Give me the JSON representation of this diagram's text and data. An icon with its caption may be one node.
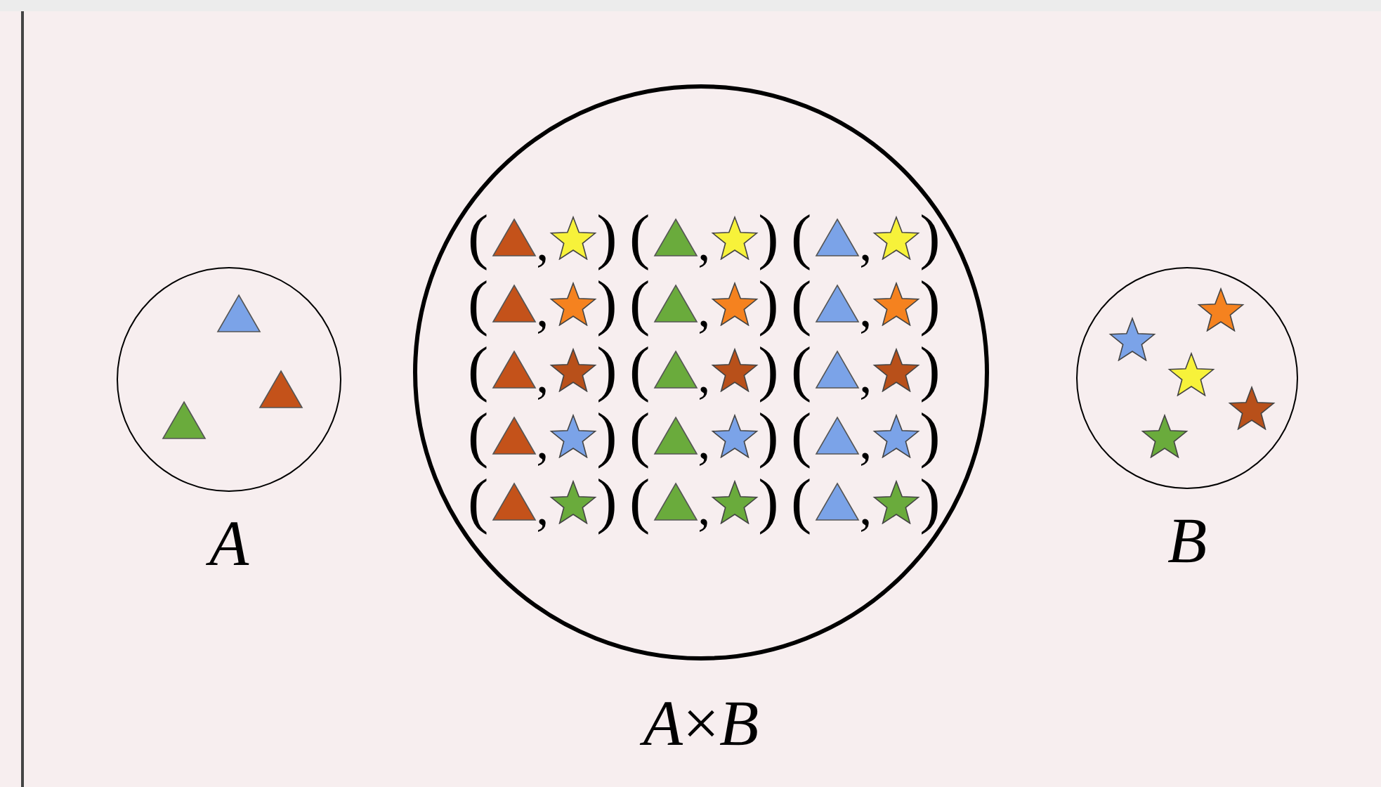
{
  "diagram": {
    "nodes": [
      {
        "text": [
          "A"
        ]
      },
      {
        "text": [
          "*A*×*B*"
        ]
      },
      {
        "text": [
          "B"
        ]
      }
    ],
    "labels": [
      "(",
      ",",
      ")",
      "(",
      ",",
      ")",
      "(",
      ",",
      ")",
      "(",
      ",",
      ")",
      "(",
      ",",
      ")",
      "(",
      ",",
      ")",
      "(",
      ",",
      ")",
      "(",
      ",",
      ")",
      "(",
      ",",
      ")",
      "(",
      ",",
      ")",
      "(",
      ",",
      ")",
      "(",
      ",",
      ")",
      "(",
      ",",
      ")",
      "(",
      ",",
      ")",
      "(",
      ",",
      ")"
    ]
  }
}
